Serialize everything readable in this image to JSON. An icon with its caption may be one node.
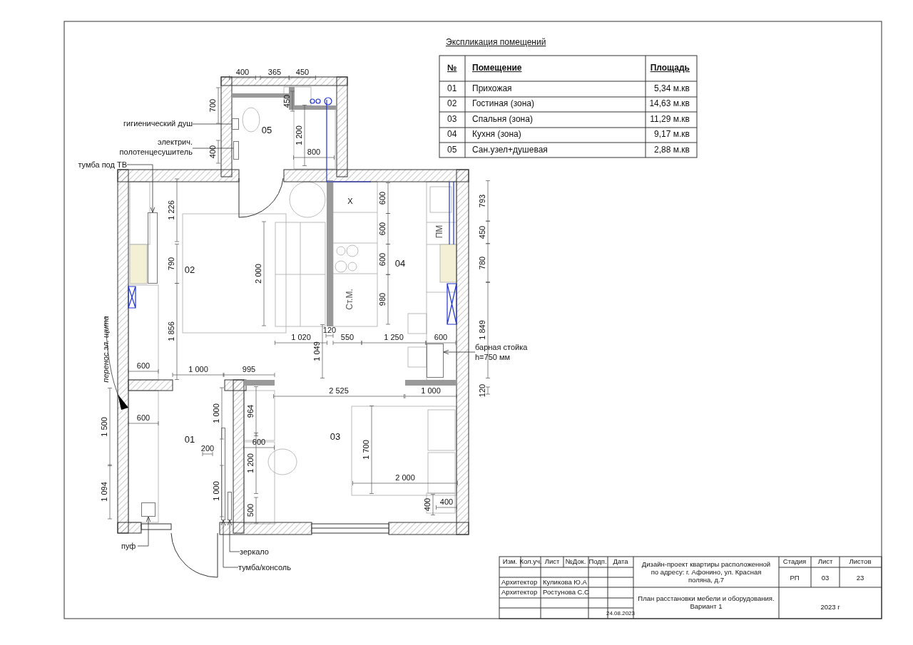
{
  "diagram": {
    "nodes": [
      {
        "text": [
          "01"
        ]
      },
      {
        "text": [
          "02"
        ]
      },
      {
        "text": [
          "03"
        ]
      },
      {
        "text": [
          "04"
        ]
      },
      {
        "text": [
          "05"
        ]
      },
      {
        "text": [
          "гигиенический душ"
        ]
      },
      {
        "text": [],
        "shape": "box",
        "in": 4
      },
      {
        "text": [
          "электрич. полотенцесушитель"
        ]
      },
      {
        "text": [],
        "shape": "box",
        "in": 4
      },
      {
        "text": [
          "тумба под ТВ"
        ]
      },
      {
        "text": [],
        "shape": "box",
        "in": 1
      },
      {
        "text": [
          "барная стойка h=750 мм"
        ]
      },
      {
        "text": [],
        "shape": "box",
        "in": 3
      },
      {
        "text": [
          "пуф"
        ]
      },
      {
        "text": [],
        "shape": "box",
        "in": 0
      },
      {
        "text": [
          "зеркало"
        ]
      },
      {
        "text": [],
        "shape": "box",
        "in": 0
      },
      {
        "text": [
          "тумба/консоль"
        ]
      },
      {
        "text": [],
        "shape": "box",
        "in": 0
      }
    ],
    "edges": [
      {
        "from": 5,
        "to": 6,
        "arrow": "none"
      },
      {
        "from": 7,
        "to": 8,
        "arrow": "none"
      },
      {
        "from": 9,
        "to": 10,
        "arrow": "to"
      },
      {
        "from": 11,
        "to": 12,
        "arrow": "to"
      },
      {
        "from": 13,
        "to": 14,
        "arrow": "to"
      },
      {
        "from": 15,
        "to": 18,
        "arrow": "to"
      },
      {
        "from": 17,
        "to": 16,
        "arrow": "to"
      }
    ],
    "labels": [
      "Экспликация помещений",
      "№",
      "Помещение",
      "Площадь",
      "01",
      "Прихожая",
      "5,34 м.кв",
      "02",
      "Гостиная (зона)",
      "14,63 м.кв",
      "03",
      "Спальня (зона)",
      "11,29 м.кв",
      "04",
      "Кухня (зона)",
      "9,17 м.кв",
      "05",
      "Сан.узел+душевая",
      "2,88 м.кв",
      "400",
      "365",
      "450",
      "700",
      "450",
      "1 200",
      "800",
      "400",
      "1 226",
      "790",
      "1 856",
      "2 000",
      "600",
      "600",
      "600",
      "980",
      "793",
      "450",
      "780",
      "1 849",
      "120",
      "1 020",
      "550",
      "1 250",
      "600",
      "1 049",
      "600",
      "1 000",
      "995",
      "2 525",
      "1 000",
      "120",
      "1 500",
      "600",
      "1 094",
      "1 000",
      "200",
      "1 000",
      "964",
      "600",
      "1 200",
      "500",
      "1 700",
      "2 000",
      "400",
      "400",
      "Х",
      "Ст.М.",
      "ПМ",
      "перенос эл. щита",
      "Изм.",
      "Кол.уч.",
      "Лист",
      "№Док.",
      "Подп.",
      "Дата",
      "Архитектор",
      "Куликова Ю.А",
      "Архитектор",
      "Ростунова С.С",
      "24.08.2023",
      "Дизайн-проект квартиры расположенной по адресу: г. Афонино, ул. Красная поляна, д.7",
      "Стадия",
      "Лист",
      "Листов",
      "РП",
      "03",
      "23",
      "План расстановки мебели и оборудования. Вариант 1",
      "2023 г"
    ]
  }
}
